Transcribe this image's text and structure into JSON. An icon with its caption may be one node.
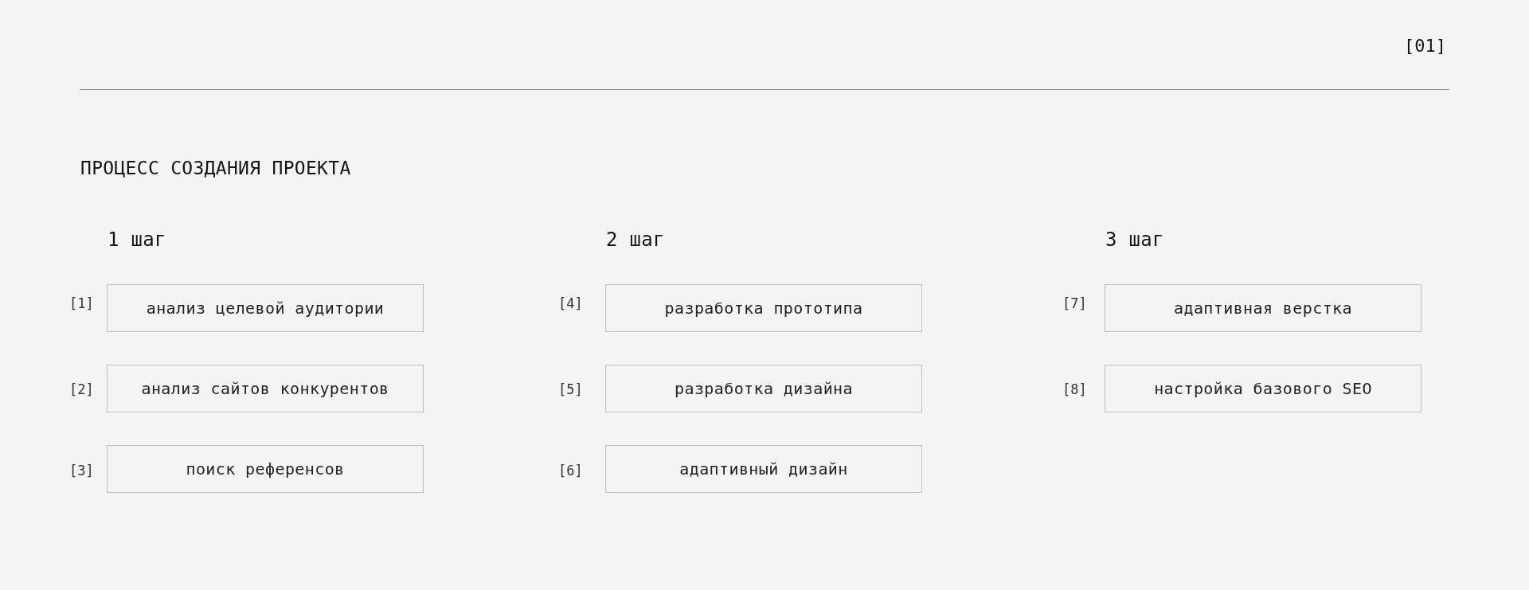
{
  "diagram": {
    "title": "ПРОЦЕСС СОЗДАНИЯ ПРОЕКТА",
    "nodes": [
      {
        "text": [
          "анализ целевой аудитории"
        ],
        "beside": [
          "[1]"
        ]
      },
      {
        "text": [
          "анализ сайтов конкурентов"
        ],
        "beside": [
          "[2]"
        ]
      },
      {
        "text": [
          "поиск референсов"
        ],
        "beside": [
          "[3]"
        ]
      },
      {
        "text": [
          "разработка прототипа"
        ],
        "beside": [
          "[4]"
        ]
      },
      {
        "text": [
          "разработка дизайна"
        ],
        "beside": [
          "[5]"
        ]
      },
      {
        "text": [
          "адаптивный дизайн"
        ],
        "beside": [
          "[6]"
        ]
      },
      {
        "text": [
          "адаптивная верстка"
        ],
        "beside": [
          "[7]"
        ]
      },
      {
        "text": [
          "настройка базового SEO"
        ],
        "beside": [
          "[8]"
        ]
      }
    ],
    "labels": [
      "[01]",
      "1 шаг",
      "2 шаг",
      "3 шаг"
    ]
  }
}
